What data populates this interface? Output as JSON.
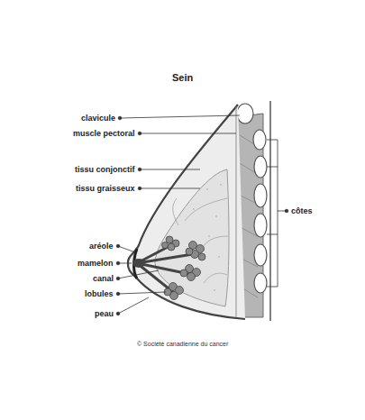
{
  "diagram": {
    "title": "Sein",
    "caption": "© Société canadienne du cancer",
    "labels": [
      "clavicule",
      "muscle pectoral",
      "tissu conjonctif",
      "tissu graisseux",
      "aréole",
      "mamelon",
      "canal",
      "lobules",
      "peau",
      "côtes"
    ]
  }
}
